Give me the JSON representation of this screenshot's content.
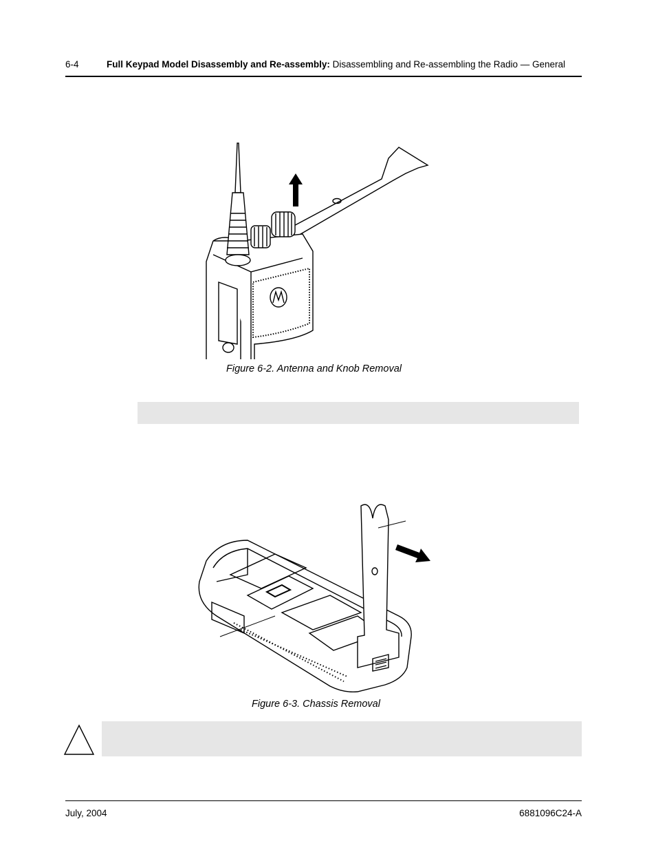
{
  "header": {
    "page_number": "6-4",
    "title_bold": "Full Keypad Model Disassembly and Re-assembly:",
    "title_rest": " Disassembling and Re-assembling the Radio — General"
  },
  "figures": [
    {
      "caption": "Figure 6-2.  Antenna and Knob Removal"
    },
    {
      "caption": "Figure 6-3.  Chassis Removal"
    }
  ],
  "footer": {
    "date": "July, 2004",
    "doc_number": "6881096C24-A"
  }
}
